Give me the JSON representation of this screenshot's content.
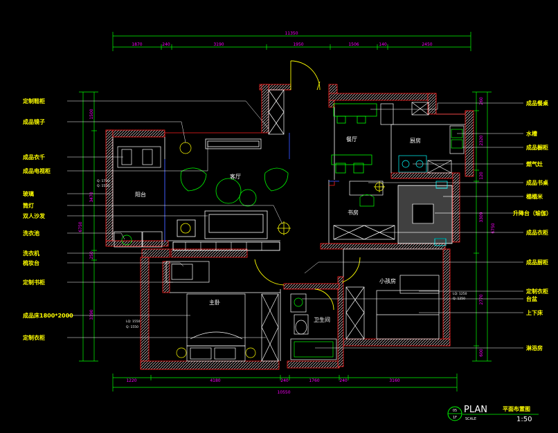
{
  "plan": {
    "left_labels": [
      "定制鞋柜",
      "成品镜子",
      "成品衣千",
      "成品电视柜",
      "玻璃",
      "筒灯",
      "双人沙发",
      "洗衣池",
      "洗衣机",
      "梳妆台",
      "定制书柜",
      "成品床1800*2000",
      "定制衣柜"
    ],
    "right_labels": [
      "成品餐桌",
      "水槽",
      "成品橱柜",
      "燃气灶",
      "成品书桌",
      "榻榻米",
      "升降台（瑜伽）",
      "成品衣柜",
      "成品厨柜",
      "定制衣柜",
      "台盆",
      "上下床",
      "淋浴房"
    ],
    "rooms": {
      "dining": "餐厅",
      "kitchen": "厨房",
      "living": "客厅",
      "balcony": "阳台",
      "study": "书房",
      "kids": "小孩房",
      "master": "主卧",
      "bath": "卫生间"
    },
    "dims_top": {
      "total": "11350",
      "segments": [
        "1870",
        "240",
        "3190",
        "1950",
        "1506",
        "140",
        "2450"
      ]
    },
    "dims_bottom": {
      "total": "10550",
      "segments": [
        "1220",
        "4180",
        "240",
        "1760",
        "240",
        "3160"
      ]
    },
    "dims_left": {
      "total": "6750",
      "segments": [
        "1500",
        "3470",
        "250",
        "3390"
      ]
    },
    "dims_right": {
      "total": "6750",
      "segments": [
        "260",
        "2320",
        "120",
        "3309",
        "2770",
        "600"
      ]
    },
    "annotations": {
      "balcony_a": "Q: 1750",
      "balcony_b": "Q: 1550",
      "master_a": "LQ: 1550",
      "master_b": "Q: 1550",
      "kids_a": "LQ: 1250",
      "kids_b": "Q: 1250"
    },
    "title": {
      "code_top": "05",
      "code_bottom": "1F",
      "plan": "PLAN",
      "name": "平面布置图",
      "scale_word": "SCALE",
      "scale": "1:50"
    }
  }
}
